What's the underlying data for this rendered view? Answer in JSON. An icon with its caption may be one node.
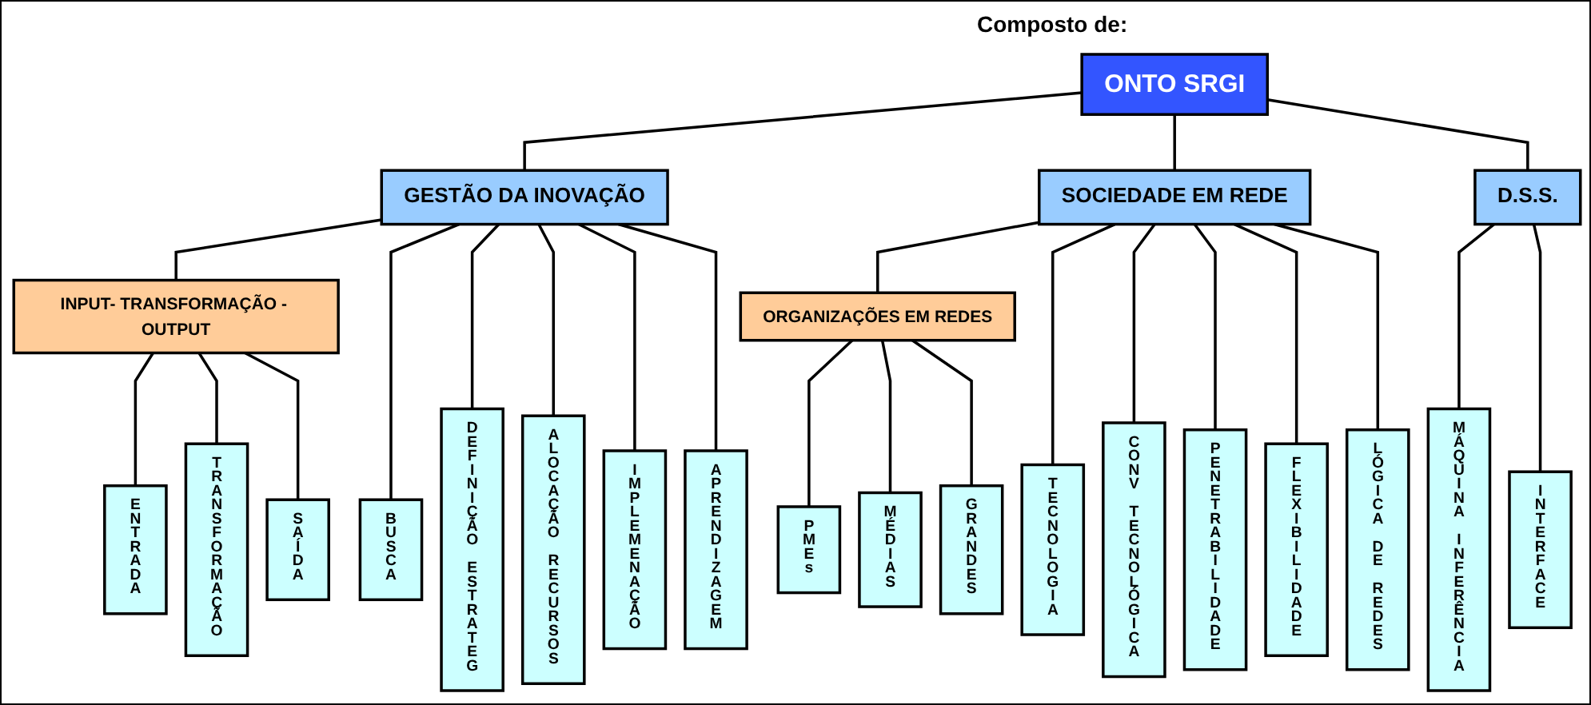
{
  "diagram": {
    "nodes": [
      {
        "text": [
          "ONTO SRGI"
        ]
      },
      {
        "text": [
          "INPUT- TRANSFORMAÇÃO - OUTPUT"
        ]
      },
      {
        "text": [
          "GESTÃO DA INOVAÇÃO"
        ]
      },
      {
        "text": [
          "SOCIEDADE EM REDE"
        ]
      },
      {
        "text": [
          "ORGANIZAÇÕES EM REDES"
        ]
      },
      {
        "text": [
          "D.S.S."
        ]
      },
      {
        "text": [
          "ENTRADA"
        ]
      },
      {
        "text": [
          "TRANSFORMAÇÃO"
        ]
      },
      {
        "text": [
          "SAÍDA"
        ]
      },
      {
        "text": [
          "BUSCA"
        ]
      },
      {
        "text": [
          "DEFINIÇÃO ESTRATEG"
        ]
      },
      {
        "text": [
          "ALOCAÇÃO RECURSOS"
        ]
      },
      {
        "text": [
          "IMPLEMENAÇÃO"
        ]
      },
      {
        "text": [
          "APRENDIZAGEM"
        ]
      },
      {
        "text": [
          "TECNOLOGIA"
        ]
      },
      {
        "text": [
          "CONV TECNOLÓGICA"
        ]
      },
      {
        "text": [
          "PENETRABILIDADE"
        ]
      },
      {
        "text": [
          "FLEXIBILIDADE"
        ]
      },
      {
        "text": [
          "LÓGICA DE REDES"
        ]
      },
      {
        "text": [
          "PMEs"
        ]
      },
      {
        "text": [
          "MÉDIAS"
        ]
      },
      {
        "text": [
          "GRANDES"
        ]
      },
      {
        "text": [
          "MÁQUINA INFERÊNCIA"
        ]
      },
      {
        "text": [
          "INTERFACE"
        ]
      }
    ],
    "edges": [
      {
        "from": 0,
        "to": 2,
        "arrow": "none"
      },
      {
        "from": 0,
        "to": 3,
        "arrow": "none"
      },
      {
        "from": 0,
        "to": 5,
        "arrow": "none"
      },
      {
        "from": 2,
        "to": 1,
        "arrow": "none"
      },
      {
        "from": 3,
        "to": 4,
        "arrow": "none"
      },
      {
        "from": 1,
        "to": 6,
        "arrow": "none"
      },
      {
        "from": 1,
        "to": 7,
        "arrow": "none"
      },
      {
        "from": 1,
        "to": 8,
        "arrow": "none"
      },
      {
        "from": 2,
        "to": 9,
        "arrow": "none"
      },
      {
        "from": 2,
        "to": 10,
        "arrow": "none"
      },
      {
        "from": 2,
        "to": 11,
        "arrow": "none"
      },
      {
        "from": 2,
        "to": 12,
        "arrow": "none"
      },
      {
        "from": 2,
        "to": 13,
        "arrow": "none"
      },
      {
        "from": 3,
        "to": 14,
        "arrow": "none"
      },
      {
        "from": 3,
        "to": 15,
        "arrow": "none"
      },
      {
        "from": 3,
        "to": 16,
        "arrow": "none"
      },
      {
        "from": 3,
        "to": 17,
        "arrow": "none"
      },
      {
        "from": 3,
        "to": 18,
        "arrow": "none"
      },
      {
        "from": 4,
        "to": 19,
        "arrow": "none"
      },
      {
        "from": 4,
        "to": 20,
        "arrow": "none"
      },
      {
        "from": 4,
        "to": 21,
        "arrow": "none"
      },
      {
        "from": 5,
        "to": 22,
        "arrow": "none"
      },
      {
        "from": 5,
        "to": 23,
        "arrow": "none"
      }
    ],
    "labels": [
      "Composto de:"
    ]
  }
}
